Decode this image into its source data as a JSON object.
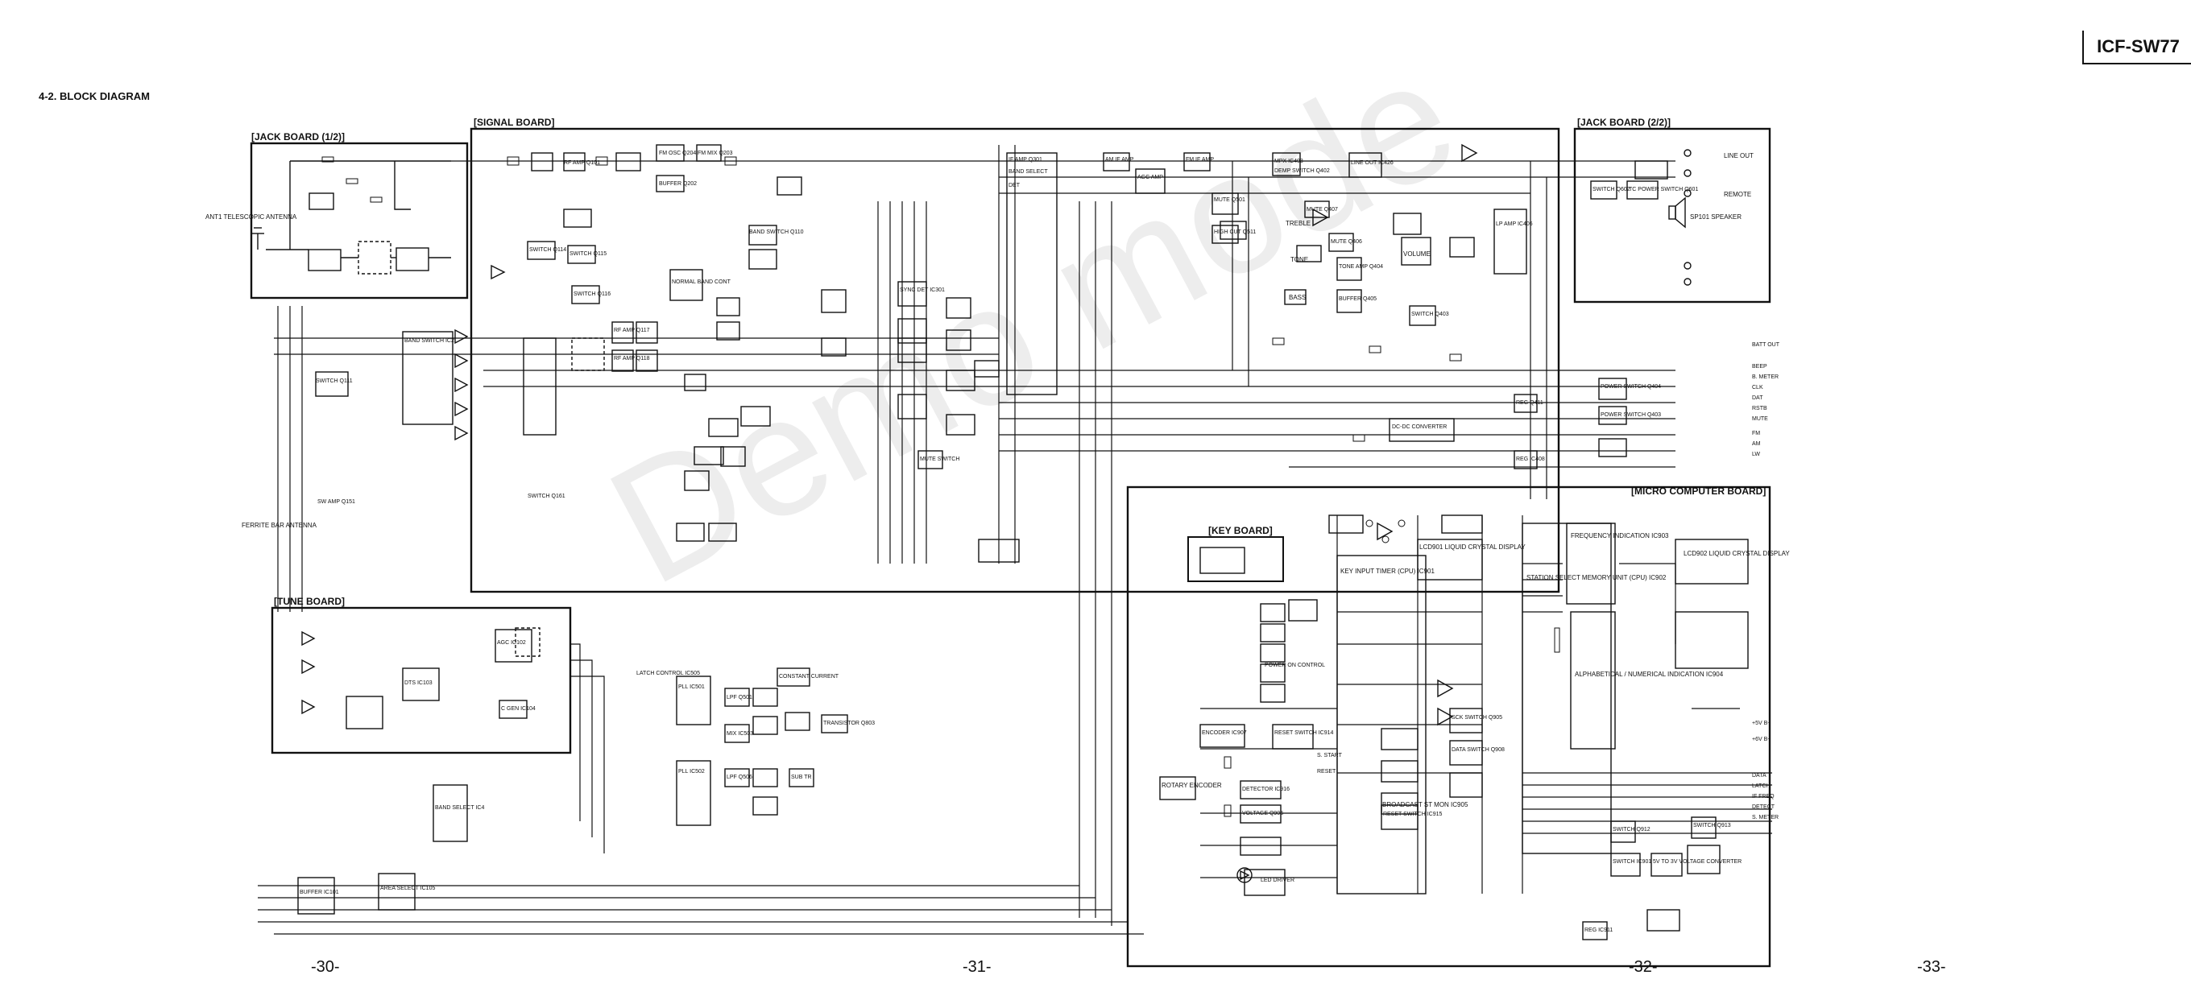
{
  "header": {
    "model": "ICF-SW77",
    "section_title": "4-2.  BLOCK DIAGRAM"
  },
  "watermark": "Demo mode",
  "boards": {
    "jack1": "[JACK BOARD (1/2)]",
    "signal": "[SIGNAL BOARD]",
    "jack2": "[JACK BOARD (2/2)]",
    "tune": "[TUNE BOARD]",
    "micro": "[MICRO COMPUTER BOARD]",
    "key": "[KEY BOARD]"
  },
  "labels": {
    "ant_tel": "ANT1 TELESCOPIC ANTENNA",
    "ant_ferrite": "FERRITE BAR ANTENNA",
    "line_out": "LINE OUT",
    "remote": "REMOTE",
    "speaker": "SP101 SPEAKER",
    "treble": "TREBLE",
    "tone": "TONE",
    "bass": "BASS",
    "volume": "VOLUME",
    "lcd1": "LCD901 LIQUID CRYSTAL DISPLAY",
    "lcd2": "LCD902 LIQUID CRYSTAL DISPLAY",
    "freq_ind": "FREQUENCY INDICATION IC903",
    "alpha_ind": "ALPHABETICAL / NUMERICAL INDICATION IC904",
    "cpu": "STATION SELECT MEMORY UNIT (CPU) IC902",
    "key_input": "KEY INPUT TIMER (CPU) IC901",
    "rotary": "ROTARY ENCODER",
    "broadcast": "BROADCAST ST MON IC905"
  },
  "blocks": {
    "signal": [
      "RF AMP Q101",
      "FM OSC Q204",
      "BUFFER Q202",
      "FM MIX Q203",
      "IF AMP Q301",
      "BAND SELECT",
      "DET",
      "AGC AMP",
      "MUTE Q501",
      "HIGH CUT Q511",
      "AM IF AMP",
      "FM IF AMP",
      "PLL IC501",
      "PLL IC502",
      "MIX IC503",
      "LPF Q501",
      "LPF Q506",
      "SUB TR",
      "LATCH CONTROL IC505",
      "MUTE SWITCH",
      "NORMAL BAND CONT",
      "SYNC DET IC301",
      "RF AMP Q117",
      "RF AMP Q118",
      "SW AMP Q151",
      "SWITCH Q161",
      "CONSTANT CURRENT",
      "TRANSISTOR Q803",
      "BAND SWITCH Q110",
      "BAND SWITCH IC2",
      "SWITCH Q111",
      "SWITCH Q114",
      "SWITCH Q115",
      "SWITCH Q116"
    ],
    "jack2": [
      "SWITCH Q602",
      "TC POWER SWITCH Q601",
      "LINE OUT IC426",
      "MPX IC403",
      "DEMP SWITCH Q402",
      "LP AMP IC406",
      "TONE AMP Q404",
      "MUTE Q407",
      "MUTE Q406",
      "SWITCH Q403",
      "BUFFER Q405",
      "REG Q411",
      "POWER SWITCH Q404",
      "POWER SWITCH Q403",
      "DC-DC CONVERTER",
      "REG IC408"
    ],
    "tune": [
      "AGC IC102",
      "DTS IC103",
      "BAND SELECT IC4",
      "BUFFER IC101",
      "AREA SELECT IC105",
      "C GEN IC104"
    ],
    "micro": [
      "POWER ON CONTROL",
      "RESET SWITCH IC914",
      "RESET SWITCH IC915",
      "SCK SWITCH Q905",
      "DATA SWITCH Q908",
      "SWITCH Q912",
      "SWITCH Q913",
      "SWITCH IC901",
      "5V TO 3V VOLTAGE CONVERTER",
      "REG IC911",
      "DETECTOR IC916",
      "VOLTAGE Q906",
      "LED DRIVER",
      "ENCODER IC907"
    ]
  },
  "signals": [
    "BEEP",
    "B. METER",
    "CLK",
    "DAT",
    "RSTB",
    "MUTE",
    "FM",
    "AM",
    "LW",
    "DATA",
    "LATCH",
    "S. START",
    "RESET",
    "IF FREQ",
    "DETECT",
    "S. METER",
    "+5V B+",
    "+6V B+",
    "BATT OUT"
  ],
  "pages": [
    "-30-",
    "-31-",
    "-32-",
    "-33-"
  ]
}
